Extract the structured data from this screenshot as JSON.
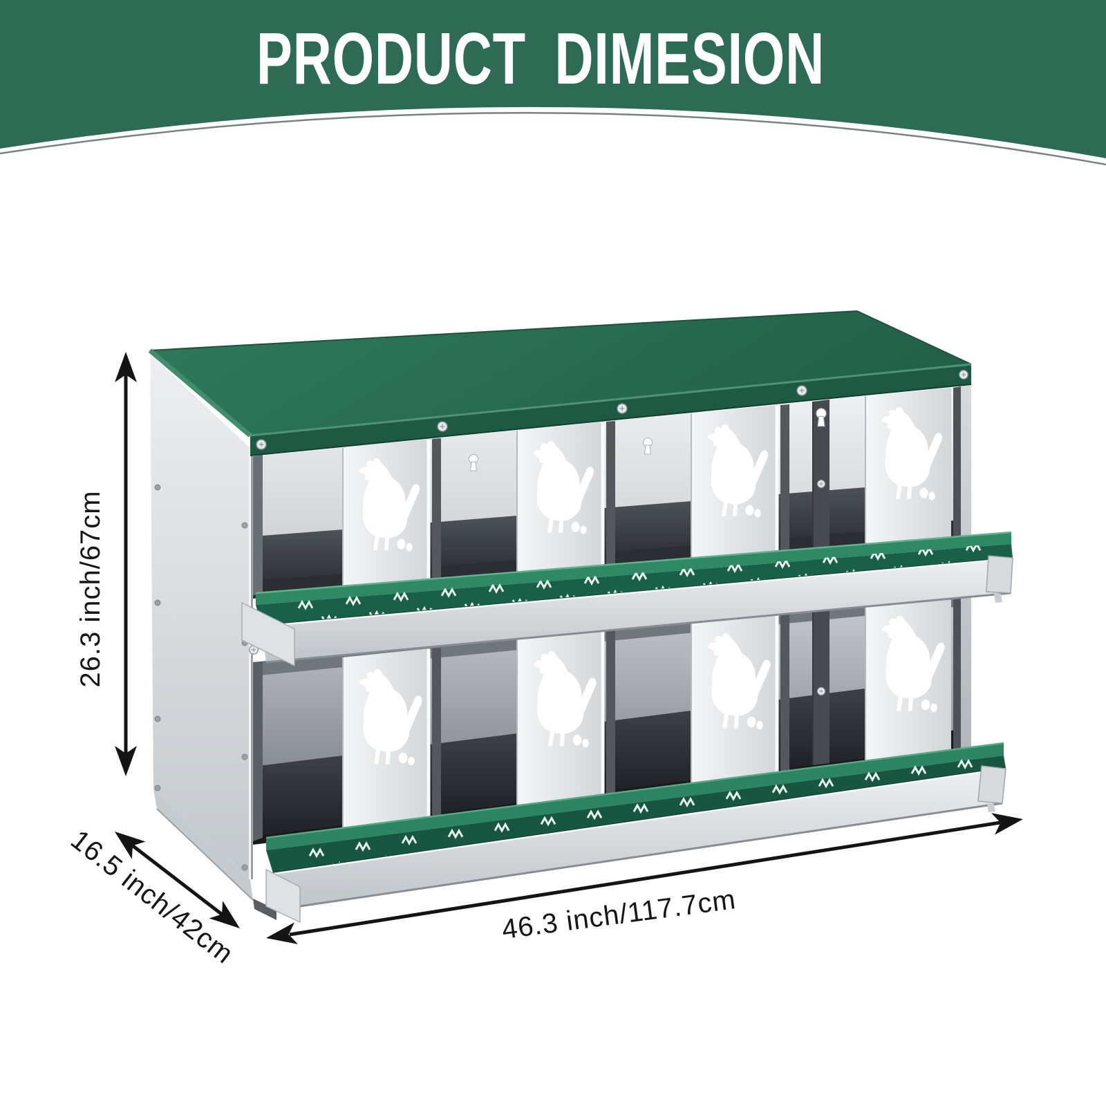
{
  "header": {
    "title": "PRODUCT DIMESION",
    "bg_color": "#2d6b55",
    "text_color": "#ffffff"
  },
  "illustration": {
    "description": "metal chicken nesting box with green roof and roll-out egg perch trays",
    "rows": 2,
    "nests_per_row": 4,
    "roof_color": "#2a6e54",
    "tray_color": "#1e6b50",
    "body_color": "#dfe2e5"
  },
  "dimensions": {
    "height_label": "26.3 inch/67cm",
    "depth_label": "16.5 inch/42cm",
    "width_label": "46.3 inch/117.7cm"
  }
}
